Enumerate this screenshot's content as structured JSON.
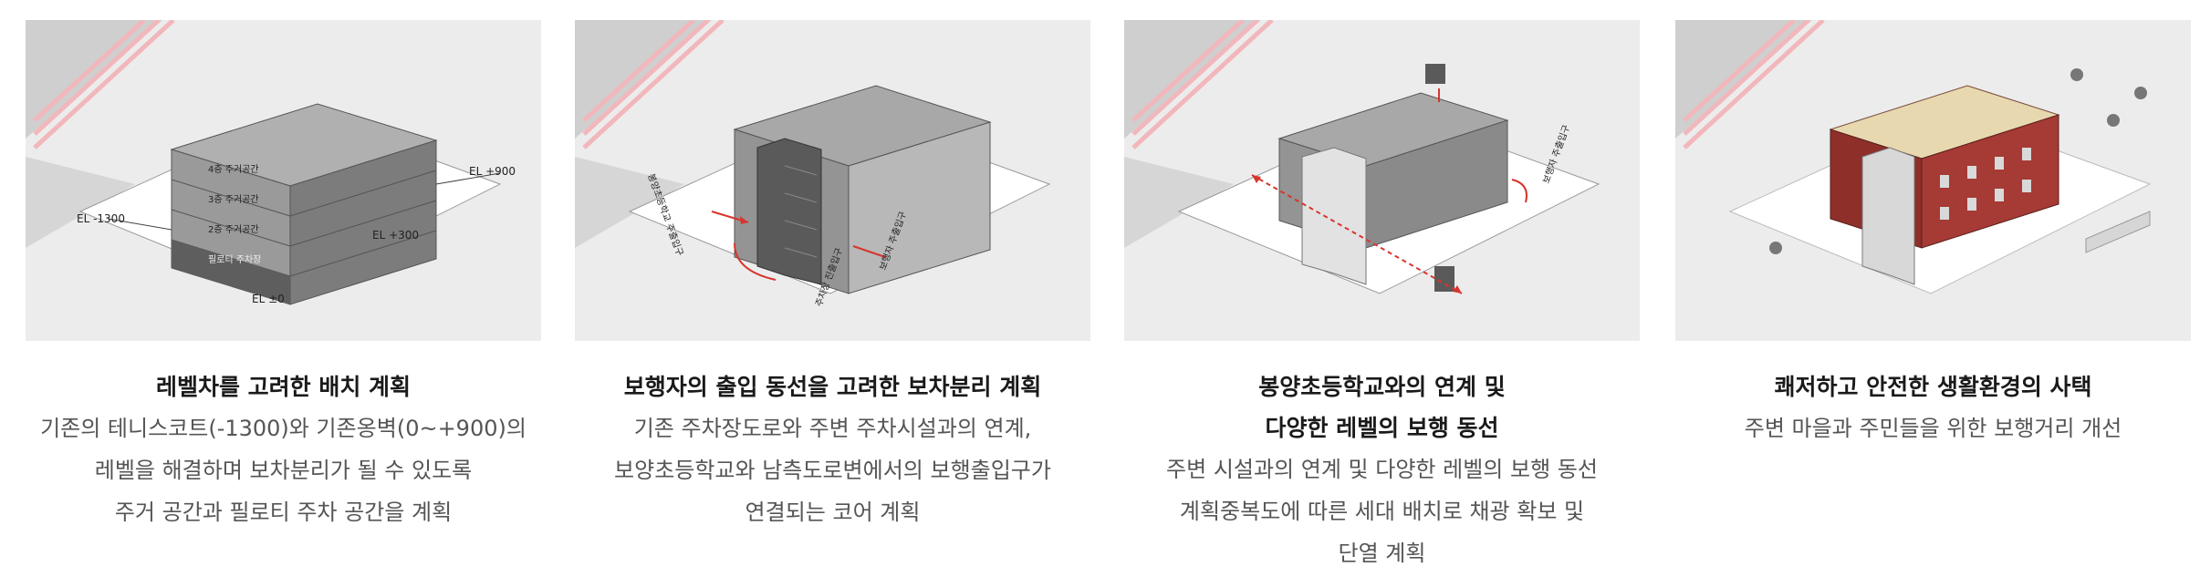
{
  "colors": {
    "background": "#ffffff",
    "ground": "#ececec",
    "road": "#cfcfcf",
    "track": "#f2b7bb",
    "building": "#8f8f8f",
    "accent": "#d8352c",
    "title_text": "#1a1a1a",
    "body_text": "#555555"
  },
  "panels": [
    {
      "title_lines": [
        "레벨차를 고려한 배치 계획"
      ],
      "desc_lines": [
        "기존의 테니스코트(-1300)와 기존옹벽(0~+900)의",
        "레벨을 해결하며 보차분리가 될 수 있도록",
        "주거 공간과 필로티 주차 공간을 계획"
      ],
      "labels": {
        "el_left": "EL -1300",
        "el_right": "EL +900",
        "el_mid": "EL +300",
        "el_bottom": "EL ±0",
        "floors": [
          "4층 주거공간",
          "3층 주거공간",
          "2층 주거공간",
          "필로티 주차장"
        ]
      }
    },
    {
      "title_lines": [
        "보행자의 출입 동선을 고려한 보차분리 계획"
      ],
      "desc_lines": [
        "기존 주차장도로와 주변 주차시설과의 연계,",
        "보양초등학교와 남측도로변에서의 보행출입구가",
        "연결되는 코어 계획"
      ],
      "labels": {
        "left_entry": "봉양초등학교 주출입구",
        "bottom_entry": "주차장 진출입구",
        "right_entry": "보행자 주출입구"
      }
    },
    {
      "title_lines": [
        "봉양초등학교와의 연계 및",
        "다양한 레벨의 보행 동선"
      ],
      "desc_lines": [
        "주변 시설과의 연계 및 다양한 레벨의 보행 동선",
        "계획중복도에 따른 세대 배치로 채광 확보 및",
        "단열 계획"
      ],
      "labels": {
        "right_entry": "보행자 주출입구"
      }
    },
    {
      "title_lines": [
        "쾌저하고 안전한 생활환경의 사택"
      ],
      "desc_lines": [
        "주변 마을과 주민들을 위한 보행거리 개선"
      ],
      "labels": {}
    }
  ]
}
